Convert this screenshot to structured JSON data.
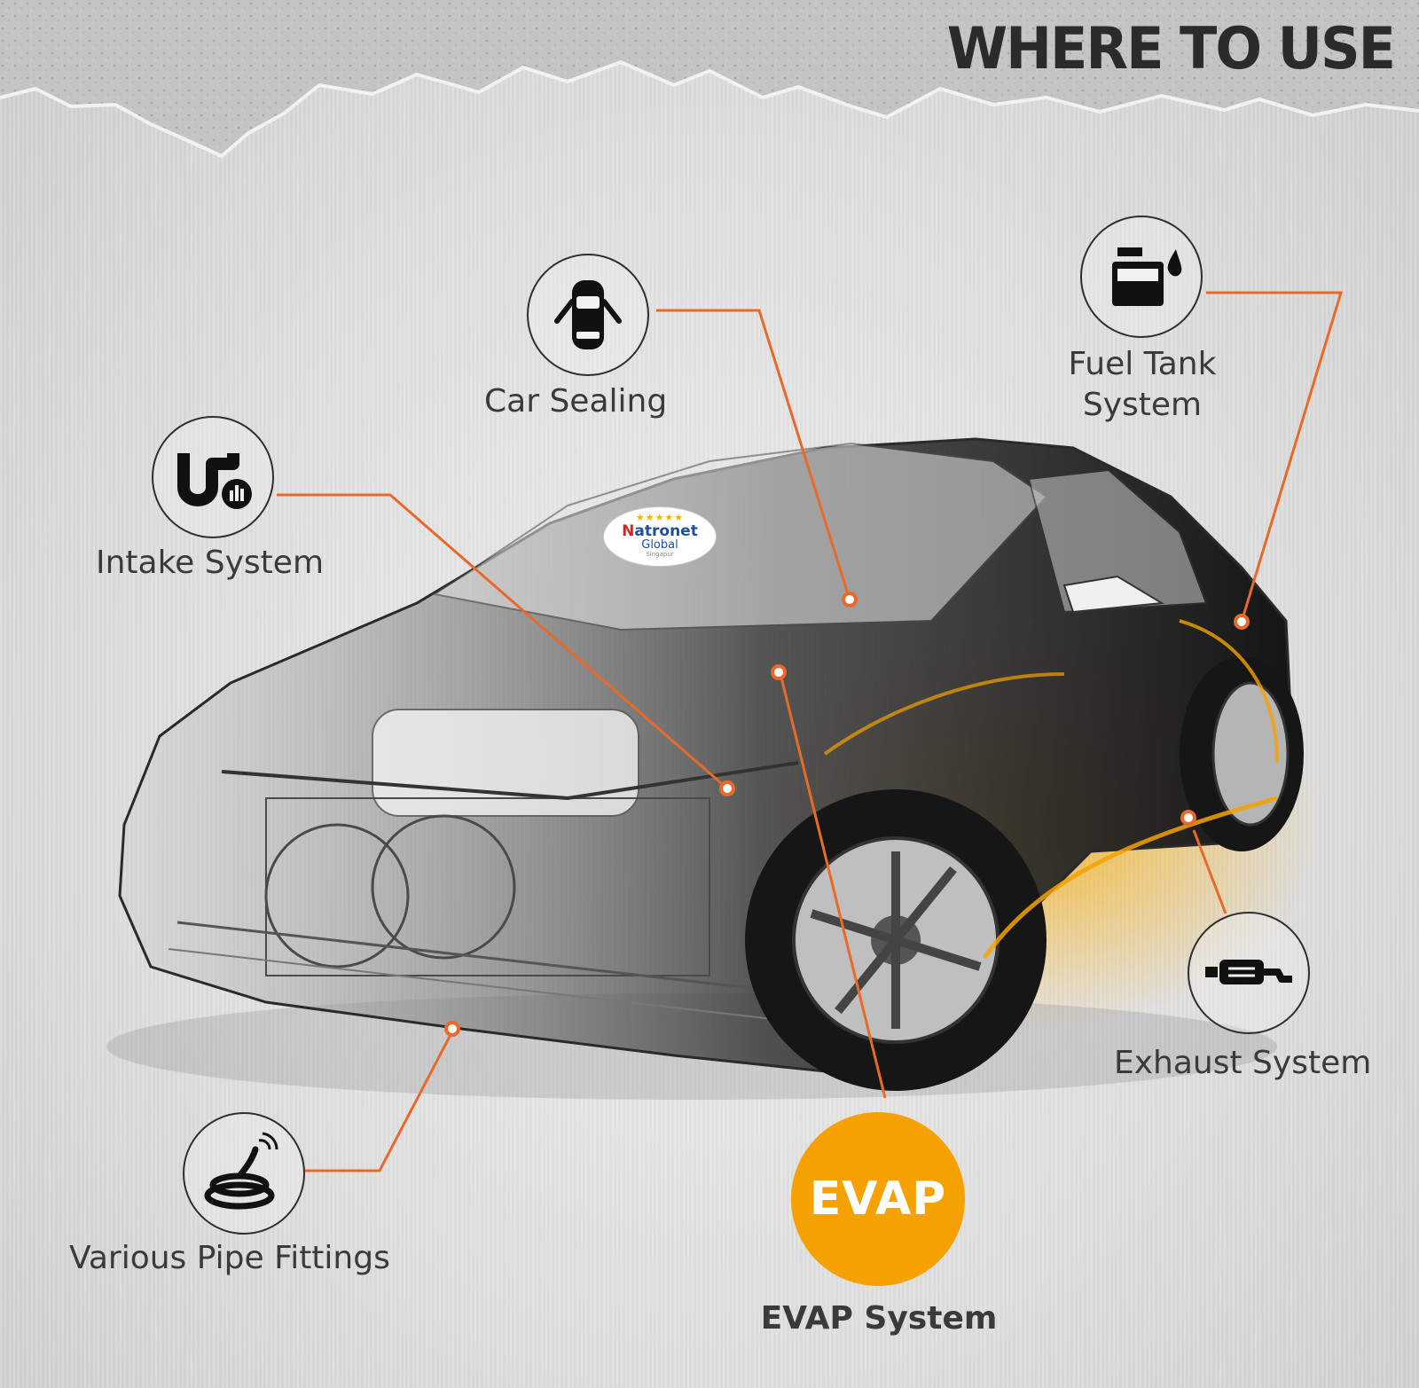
{
  "title": "WHERE TO USE",
  "accent_color": "#f5a200",
  "callout_color": "#e86a2a",
  "applications": [
    {
      "label": "Car Sealing",
      "icon": "car-door-icon"
    },
    {
      "label": "Fuel Tank System",
      "icon": "fuel-tank-icon"
    },
    {
      "label": "Intake System",
      "icon": "intake-pipe-icon"
    },
    {
      "label": "Exhaust System",
      "icon": "exhaust-muffler-icon"
    },
    {
      "label": "Various Pipe Fittings",
      "icon": "hose-coil-icon"
    }
  ],
  "evap": {
    "badge": "EVAP",
    "label": "EVAP System"
  },
  "watermark": {
    "stars": "★★★★★",
    "brand_first": "N",
    "brand_rest": "atronet",
    "sub": "Global",
    "location": "Singapur"
  }
}
